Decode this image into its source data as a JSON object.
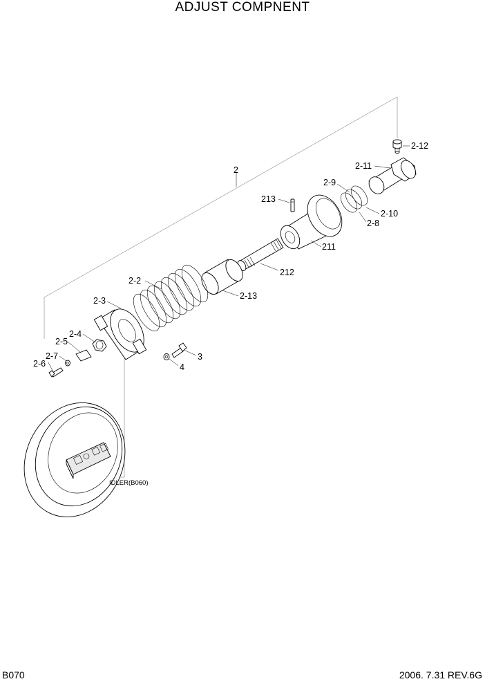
{
  "title": "ADJUST COMPNENT",
  "page_code": "B070",
  "revision": "2006. 7.31 REV.6G",
  "labels": {
    "p2": "2",
    "p2_12": "2-12",
    "p2_11": "2-11",
    "p2_9": "2-9",
    "p2_10": "2-10",
    "p2_8": "2-8",
    "p213": "213",
    "p211": "211",
    "p212": "212",
    "p2_2": "2-2",
    "p2_13": "2-13",
    "p2_3": "2-3",
    "p2_4": "2-4",
    "p2_5": "2-5",
    "p2_7": "2-7",
    "p2_6": "2-6",
    "p3": "3",
    "p4": "4",
    "idler": "IDLER(B060)"
  }
}
